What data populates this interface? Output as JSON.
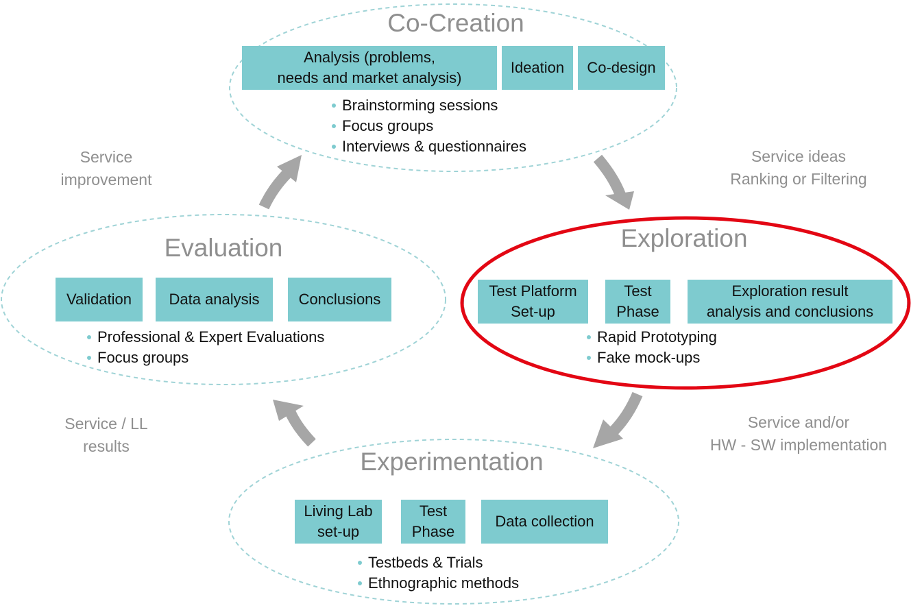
{
  "phases": {
    "co_creation": {
      "title": "Co-Creation",
      "boxes": [
        "Analysis (problems,\nneeds and market analysis)",
        "Ideation",
        "Co-design"
      ],
      "bullets": [
        "Brainstorming sessions",
        "Focus groups",
        "Interviews & questionnaires"
      ]
    },
    "exploration": {
      "title": "Exploration",
      "highlighted": true,
      "boxes": [
        "Test Platform\nSet-up",
        "Test\nPhase",
        "Exploration result\nanalysis and conclusions"
      ],
      "bullets": [
        "Rapid Prototyping",
        "Fake mock-ups"
      ]
    },
    "experimentation": {
      "title": "Experimentation",
      "boxes": [
        "Living Lab\nset-up",
        "Test\nPhase",
        "Data collection"
      ],
      "bullets": [
        "Testbeds & Trials",
        "Ethnographic methods"
      ]
    },
    "evaluation": {
      "title": "Evaluation",
      "boxes": [
        "Validation",
        "Data analysis",
        "Conclusions"
      ],
      "bullets": [
        "Professional & Expert Evaluations",
        "Focus groups"
      ]
    }
  },
  "transitions": {
    "co_creation_to_exploration": "Service ideas\nRanking or Filtering",
    "exploration_to_experimentation": "Service and/or\nHW - SW implementation",
    "experimentation_to_evaluation": "Service / LL\nresults",
    "evaluation_to_co_creation": "Service\nimprovement"
  },
  "colors": {
    "box_fill": "#7ecbcf",
    "dashed_outline": "#9fd3d6",
    "highlight_outline": "#e30613",
    "arrow": "#a6a6a6",
    "title_text": "#8f8f8f"
  }
}
